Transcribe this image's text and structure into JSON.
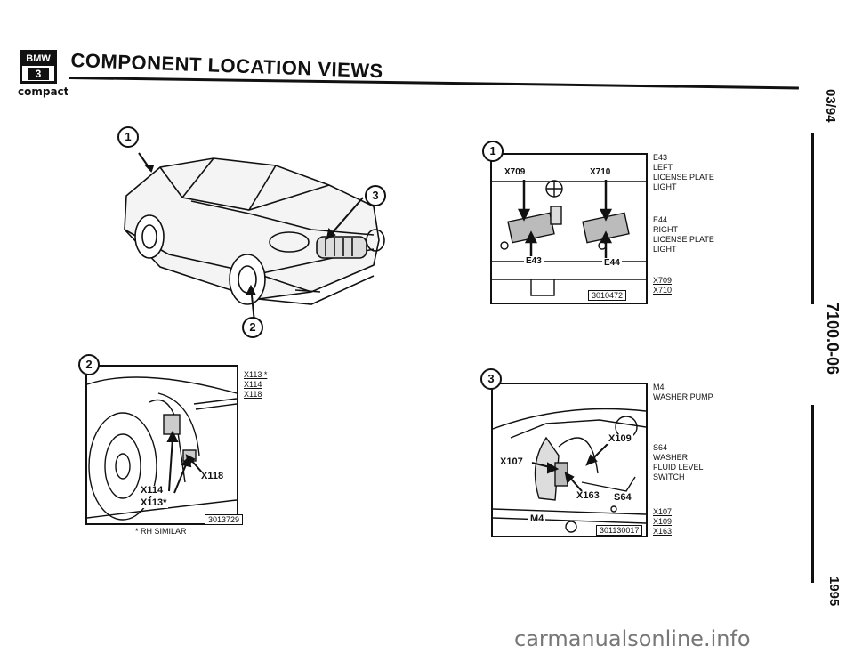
{
  "header": {
    "logo_brand": "BMW",
    "logo_model": "3",
    "logo_sub": "compact",
    "title": "COMPONENT LOCATION VIEWS"
  },
  "side": {
    "date": "03/94",
    "code": "7100.0-06",
    "year": "1995"
  },
  "callouts": {
    "c1": "1",
    "c2": "2",
    "c3": "3"
  },
  "panel1": {
    "connector_left": "X709",
    "connector_right": "X710",
    "light_left": "E43",
    "light_right": "E44",
    "legend": {
      "e43_code": "E43",
      "e43_desc": [
        "LEFT",
        "LICENSE PLATE",
        "LIGHT"
      ],
      "e44_code": "E44",
      "e44_desc": [
        "RIGHT",
        "LICENSE PLATE",
        "LIGHT"
      ],
      "connectors": [
        "X709",
        "X710"
      ]
    },
    "figure_id": "3010472"
  },
  "panel2": {
    "legend": [
      "X113 *",
      "X114",
      "X118"
    ],
    "label_x118": "X118",
    "label_x114": "X114",
    "label_x113": "X113*",
    "figure_id": "3013729",
    "note": "* RH SIMILAR"
  },
  "panel3": {
    "label_x109": "X109",
    "label_x107": "X107",
    "label_x163": "X163",
    "label_s64": "S64",
    "label_m4": "M4",
    "legend": {
      "m4_code": "M4",
      "m4_desc": [
        "WASHER PUMP"
      ],
      "s64_code": "S64",
      "s64_desc": [
        "WASHER",
        "FLUID LEVEL",
        "SWITCH"
      ],
      "connectors": [
        "X107",
        "X109",
        "X163"
      ]
    },
    "figure_id": "301130017"
  },
  "footer": {
    "watermark": "carmanualsonline.info"
  }
}
